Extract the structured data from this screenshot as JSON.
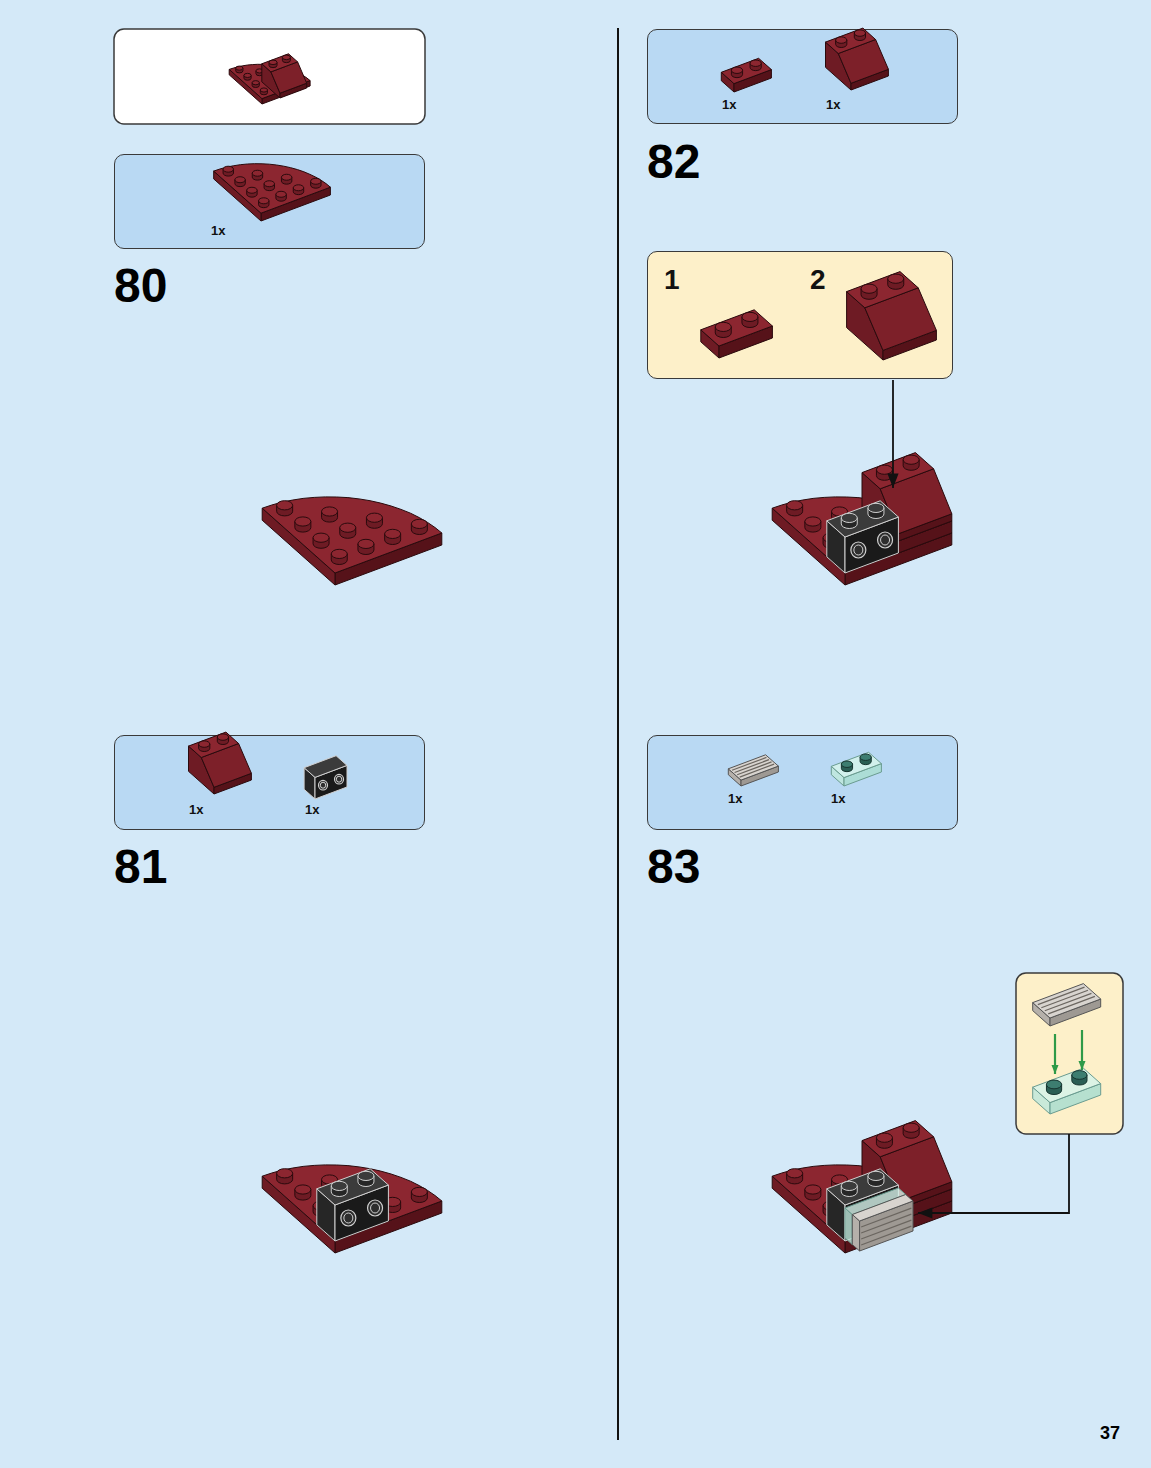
{
  "diagram": {
    "nodes": [
      {
        "text": [
          "1x"
        ]
      },
      {
        "text": [
          "1x",
          "1x"
        ]
      },
      {
        "text": [
          "1x",
          "1x"
        ]
      },
      {
        "text": [
          "1",
          "2"
        ]
      },
      {
        "text": [
          "1x",
          "1x"
        ]
      }
    ],
    "labels": [
      "80",
      "81",
      "82",
      "83",
      "37"
    ]
  }
}
